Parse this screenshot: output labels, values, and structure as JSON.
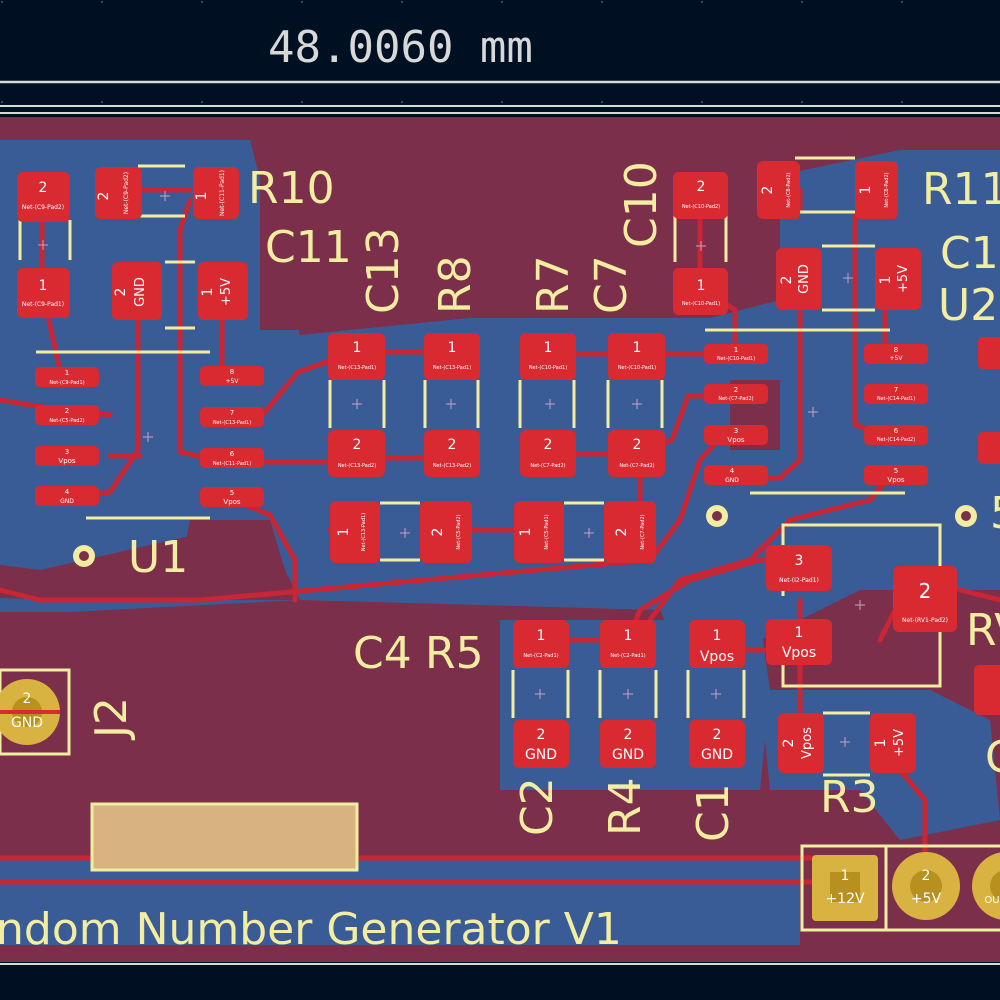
{
  "dimension": {
    "text": "48.0060 mm"
  },
  "board": {
    "title": "ndom Number Generator V1"
  },
  "colors": {
    "background": "#001023",
    "board": "#7c2f4a",
    "copper_pour": "#3a5c96",
    "pad": "#d92a32",
    "trace": "#c82535",
    "silkscreen": "#f2eda1",
    "through_hole": "#d9b341"
  },
  "components": {
    "designators": [
      {
        "id": "r10",
        "text": "R10"
      },
      {
        "id": "c11",
        "text": "C11"
      },
      {
        "id": "c13",
        "text": "C13"
      },
      {
        "id": "r8",
        "text": "R8"
      },
      {
        "id": "r7",
        "text": "R7"
      },
      {
        "id": "c7",
        "text": "C7"
      },
      {
        "id": "c10",
        "text": "C10"
      },
      {
        "id": "r11",
        "text": "R11"
      },
      {
        "id": "c1x",
        "text": "C1"
      },
      {
        "id": "u2",
        "text": "U2"
      },
      {
        "id": "u1",
        "text": "U1"
      },
      {
        "id": "c4",
        "text": "C4"
      },
      {
        "id": "r5",
        "text": "R5"
      },
      {
        "id": "j2",
        "text": "J2"
      },
      {
        "id": "c2",
        "text": "C2"
      },
      {
        "id": "r4",
        "text": "R4"
      },
      {
        "id": "c1",
        "text": "C1"
      },
      {
        "id": "r3",
        "text": "R3"
      },
      {
        "id": "rv",
        "text": "RV"
      },
      {
        "id": "cpart",
        "text": "C"
      },
      {
        "id": "five",
        "text": "5"
      }
    ]
  },
  "pads": [
    {
      "id": "r10_p2",
      "num": "2",
      "net": "Net-(C9-Pad2)"
    },
    {
      "id": "r10_mid2",
      "num": "2",
      "net": "Net-(C9-Pad2)"
    },
    {
      "id": "r10_p1",
      "num": "1",
      "net": "Net-(C11-Pad1)"
    },
    {
      "id": "c9_p1",
      "num": "1",
      "net": "Net-(C9-Pad1)"
    },
    {
      "id": "c11_p2",
      "num": "2",
      "net": "GND"
    },
    {
      "id": "c11_p1",
      "num": "1",
      "net": "+5V"
    },
    {
      "id": "u1_p1",
      "num": "1",
      "net": "Net-(C9-Pad1)"
    },
    {
      "id": "u1_p2",
      "num": "2",
      "net": "Net-(C5-Pad2)"
    },
    {
      "id": "u1_p3",
      "num": "3",
      "net": "Vpos"
    },
    {
      "id": "u1_p4",
      "num": "4",
      "net": "GND"
    },
    {
      "id": "u1_p8",
      "num": "8",
      "net": "+5V"
    },
    {
      "id": "u1_p7",
      "num": "7",
      "net": "Net-(C13-Pad1)"
    },
    {
      "id": "u1_p6",
      "num": "6",
      "net": "Net-(C11-Pad1)"
    },
    {
      "id": "u1_p5",
      "num": "5",
      "net": "Vpos"
    },
    {
      "id": "c13_p1",
      "num": "1",
      "net": "Net-(C13-Pad1)"
    },
    {
      "id": "r8_p1",
      "num": "1",
      "net": "Net-(C13-Pad1)"
    },
    {
      "id": "c13_p2",
      "num": "2",
      "net": "Net-(C13-Pad2)"
    },
    {
      "id": "r8_p2",
      "num": "2",
      "net": "Net-(C13-Pad2)"
    },
    {
      "id": "r7_p1",
      "num": "1",
      "net": "Net-(C10-Pad1)"
    },
    {
      "id": "c7_p1",
      "num": "1",
      "net": "Net-(C10-Pad1)"
    },
    {
      "id": "r7_p2",
      "num": "2",
      "net": "Net-(C7-Pad2)"
    },
    {
      "id": "c7_p2",
      "num": "2",
      "net": "Net-(C7-Pad2)"
    },
    {
      "id": "h1_p1",
      "num": "1",
      "net": "Net-(C13-Pad1)"
    },
    {
      "id": "h1_p2",
      "num": "2",
      "net": "Net-(C5-Pad2)"
    },
    {
      "id": "h2_p1",
      "num": "1",
      "net": "Net-(C5-Pad1)"
    },
    {
      "id": "h2_p2",
      "num": "2",
      "net": "Net-(C7-Pad2)"
    },
    {
      "id": "c10_p2",
      "num": "2",
      "net": "Net-(C10-Pad2)"
    },
    {
      "id": "c10_p1",
      "num": "1",
      "net": "Net-(C10-Pad1)"
    },
    {
      "id": "r11_p2",
      "num": "2",
      "net": "Net-(C8-Pad2)"
    },
    {
      "id": "r11_p1",
      "num": "1",
      "net": "Net-(C8-Pad2)"
    },
    {
      "id": "c1x_p2",
      "num": "2",
      "net": "GND"
    },
    {
      "id": "c1x_p1",
      "num": "1",
      "net": "+5V"
    },
    {
      "id": "u2_l1",
      "num": "1",
      "net": "Net-(C10-Pad1)"
    },
    {
      "id": "u2_l2",
      "num": "2",
      "net": "Net-(C7-Pad2)"
    },
    {
      "id": "u2_l3",
      "num": "3",
      "net": "Vpos"
    },
    {
      "id": "u2_l4",
      "num": "4",
      "net": "GND"
    },
    {
      "id": "u2_r8",
      "num": "8",
      "net": "+5V"
    },
    {
      "id": "u2_r7",
      "num": "7",
      "net": "Net-(C14-Pad1)"
    },
    {
      "id": "u2_r6",
      "num": "6",
      "net": "Net-(C14-Pad2)"
    },
    {
      "id": "u2_r5",
      "num": "5",
      "net": "Vpos"
    },
    {
      "id": "q_p3",
      "num": "3",
      "net": "Net-(I2-Pad1)"
    },
    {
      "id": "q_p1",
      "num": "1",
      "net": "Vpos"
    },
    {
      "id": "rv_p2",
      "num": "2",
      "net": "Net-(RV1-Pad2)"
    },
    {
      "id": "c4_p1",
      "num": "1",
      "net": "Net-(C2-Pad1)"
    },
    {
      "id": "r5_p1",
      "num": "1",
      "net": "Net-(C2-Pad1)"
    },
    {
      "id": "c1_p1",
      "num": "1",
      "net": "Vpos"
    },
    {
      "id": "c2_p2",
      "num": "2",
      "net": "GND"
    },
    {
      "id": "r4_p2",
      "num": "2",
      "net": "GND"
    },
    {
      "id": "c1_p2",
      "num": "2",
      "net": "GND"
    },
    {
      "id": "r3_p2",
      "num": "2",
      "net": "Vpos"
    },
    {
      "id": "r3_p1",
      "num": "1",
      "net": "+5V"
    },
    {
      "id": "j2_p2",
      "num": "2",
      "net": "GND"
    },
    {
      "id": "j_p1",
      "num": "1",
      "net": "+12V"
    },
    {
      "id": "j_p2",
      "num": "2",
      "net": "+5V"
    },
    {
      "id": "j_p3",
      "num": "",
      "net": "OU"
    }
  ]
}
